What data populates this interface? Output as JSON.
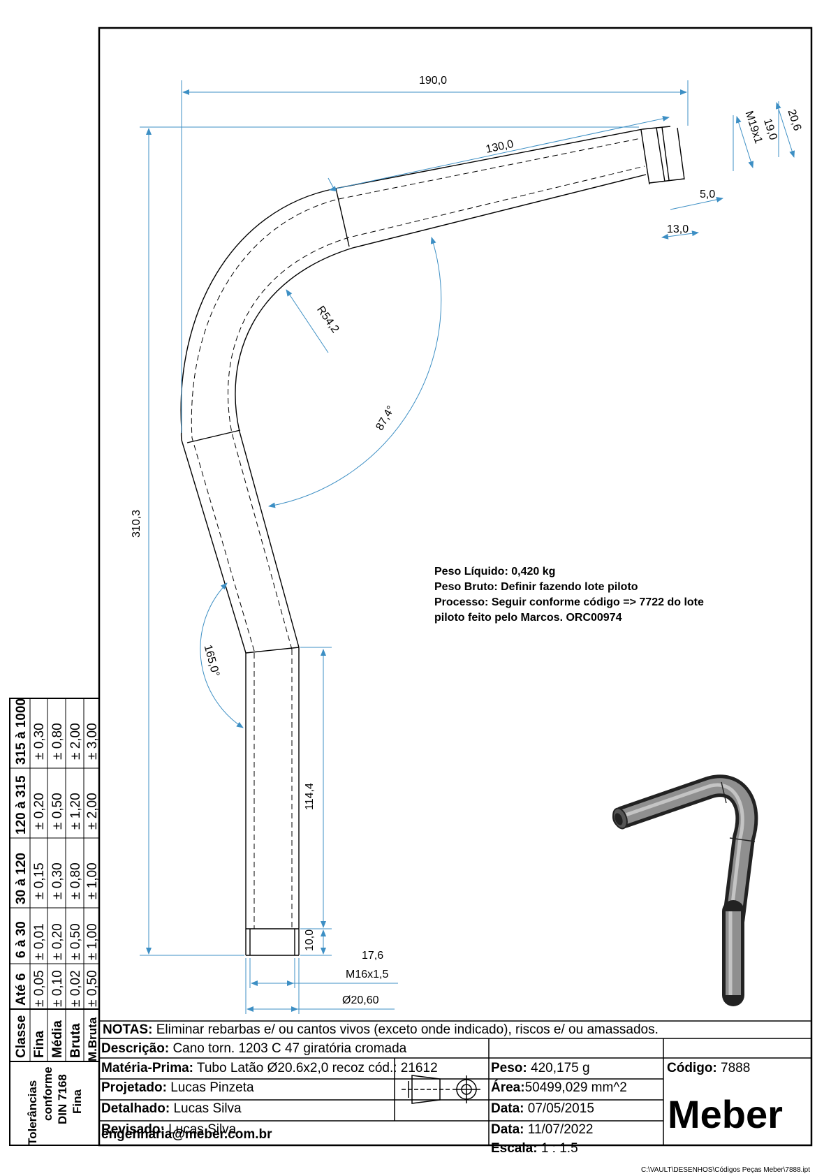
{
  "drawing": {
    "dimensions": {
      "overall_width": "190,0",
      "straight_length": "130,0",
      "tip_outer": "20,6",
      "tip_diameter": "19,0",
      "tip_thread": "M19x1",
      "tip_thread_len": "5,0",
      "tip_len": "13,0",
      "bend_radius": "R54,2",
      "bend_angle": "87,4°",
      "overall_height": "310,3",
      "lower_angle": "165,0°",
      "lower_length": "114,4",
      "lower_thread_len": "10,0",
      "bottom_inner": "17,6",
      "bottom_thread": "M16x1,5",
      "bottom_outer": "Ø20,60"
    },
    "notes": [
      "Peso Líquido: 0,420 kg",
      "Peso Bruto: Definir fazendo lote piloto",
      "Processo: Seguir conforme código => 7722 do lote",
      "piloto feito pelo Marcos. ORC00974"
    ]
  },
  "tolerances": {
    "caption": [
      "Tolerâncias",
      "conforme",
      "DIN 7168",
      "Fina"
    ],
    "header": [
      "Classe",
      "Até 6",
      "6 à 30",
      "30 à 120",
      "120 à 315",
      "315 à 1000"
    ],
    "rows": [
      {
        "class": "Fina",
        "values": [
          "± 0,05",
          "± 0,01",
          "± 0,15",
          "± 0,20",
          "± 0,30"
        ]
      },
      {
        "class": "Média",
        "values": [
          "± 0,10",
          "± 0,20",
          "± 0,30",
          "± 0,50",
          "± 0,80"
        ]
      },
      {
        "class": "Bruta",
        "values": [
          "± 0,02",
          "± 0,50",
          "± 0,80",
          "± 1,20",
          "± 2,00"
        ]
      },
      {
        "class": "M.Bruta",
        "values": [
          "± 0,50",
          "± 1,00",
          "± 1,00",
          "± 2,00",
          "± 3,00"
        ]
      }
    ]
  },
  "title_block": {
    "notas_label": "NOTAS:",
    "notas_value": " Eliminar rebarbas e/ ou cantos vivos (exceto onde indicado), riscos e/ ou amassados.",
    "descricao_label": "Descrição:",
    "descricao_value": " Cano torn. 1203 C 47 giratória cromada",
    "materia_label": "Matéria-Prima:",
    "materia_value": " Tubo Latão Ø20.6x2,0 recoz cód.: 21612",
    "peso_label": "Peso:",
    "peso_value": " 420,175 g",
    "codigo_label": "Código:",
    "codigo_value": " 7888",
    "projetado_label": "Projetado:",
    "projetado_value": " Lucas Pinzeta",
    "area_label": "Área:",
    "area_value": "50499,029 mm^2",
    "detalhado_label": "Detalhado:",
    "detalhado_value": " Lucas Silva",
    "data1_label": "Data:",
    "data1_value": " 07/05/2015",
    "revisado_label": "Revisado:",
    "revisado_value": " Lucas Silva",
    "data2_label": "Data:",
    "data2_value": " 11/07/2022",
    "email": "engenharia@meber.com.br",
    "escala_label": "Escala:",
    "escala_value": " 1 : 1.5",
    "brand": "Meber",
    "file_path": "C:\\VAULT\\DESENHOS\\Códigos Peças Meber\\7888.ipt"
  }
}
